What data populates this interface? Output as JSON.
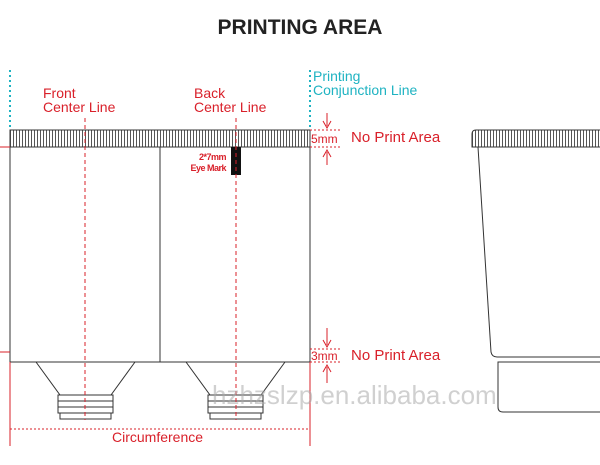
{
  "title": "PRINTING AREA",
  "labels": {
    "front_center": [
      "Front",
      "Center Line"
    ],
    "back_center": [
      "Back",
      "Center Line"
    ],
    "conjunction": [
      "Printing",
      "Conjunction Line"
    ],
    "top_margin": "5mm",
    "bottom_margin": "3mm",
    "no_print_top": "No Print Area",
    "no_print_bottom": "No Print Area",
    "eye_mark": [
      "2*7mm",
      "Eye Mark"
    ],
    "circumference": "Circumference"
  },
  "watermark": "hzhzslzp.en.alibaba.com",
  "colors": {
    "red": "#d9202a",
    "teal": "#1fb3c2",
    "line": "#333333"
  }
}
